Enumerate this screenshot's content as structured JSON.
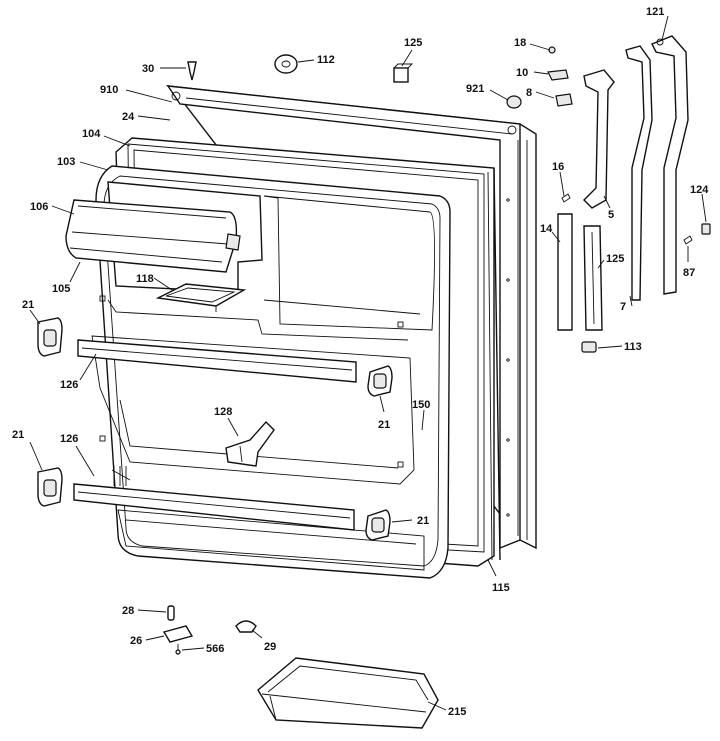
{
  "callouts": [
    {
      "id": "121",
      "text": "121"
    },
    {
      "id": "18",
      "text": "18"
    },
    {
      "id": "125a",
      "text": "125"
    },
    {
      "id": "30",
      "text": "30"
    },
    {
      "id": "112",
      "text": "112"
    },
    {
      "id": "10",
      "text": "10"
    },
    {
      "id": "921",
      "text": "921"
    },
    {
      "id": "8",
      "text": "8"
    },
    {
      "id": "910",
      "text": "910"
    },
    {
      "id": "24",
      "text": "24"
    },
    {
      "id": "104",
      "text": "104"
    },
    {
      "id": "103",
      "text": "103"
    },
    {
      "id": "16",
      "text": "16"
    },
    {
      "id": "124",
      "text": "124"
    },
    {
      "id": "106",
      "text": "106"
    },
    {
      "id": "5",
      "text": "5"
    },
    {
      "id": "14",
      "text": "14"
    },
    {
      "id": "125b",
      "text": "125"
    },
    {
      "id": "87",
      "text": "87"
    },
    {
      "id": "118",
      "text": "118"
    },
    {
      "id": "105",
      "text": "105"
    },
    {
      "id": "7",
      "text": "7"
    },
    {
      "id": "21a",
      "text": "21"
    },
    {
      "id": "113",
      "text": "113"
    },
    {
      "id": "126a",
      "text": "126"
    },
    {
      "id": "21b",
      "text": "21"
    },
    {
      "id": "150",
      "text": "150"
    },
    {
      "id": "128",
      "text": "128"
    },
    {
      "id": "21c",
      "text": "21"
    },
    {
      "id": "126b",
      "text": "126"
    },
    {
      "id": "21d",
      "text": "21"
    },
    {
      "id": "115",
      "text": "115"
    },
    {
      "id": "28",
      "text": "28"
    },
    {
      "id": "26",
      "text": "26"
    },
    {
      "id": "566",
      "text": "566"
    },
    {
      "id": "29",
      "text": "29"
    },
    {
      "id": "215",
      "text": "215"
    }
  ]
}
